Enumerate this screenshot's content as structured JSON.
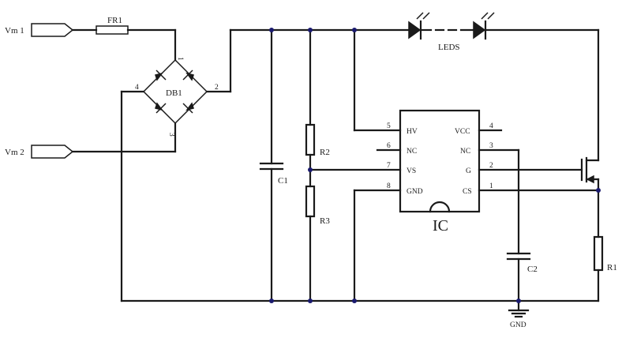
{
  "terminals": {
    "vin1": "Vm 1",
    "vin2": "Vm 2"
  },
  "fuse": {
    "ref": "FR1"
  },
  "bridge": {
    "ref": "DB1",
    "pins": [
      "1",
      "2",
      "3",
      "4"
    ]
  },
  "leds": {
    "label": "LEDS"
  },
  "capacitors": {
    "c1": "C1",
    "c2": "C2"
  },
  "resistors": {
    "r1": "R1",
    "r2": "R2",
    "r3": "R3"
  },
  "ic": {
    "name": "IC",
    "left_pins": [
      {
        "num": "5",
        "name": "HV"
      },
      {
        "num": "6",
        "name": "NC"
      },
      {
        "num": "7",
        "name": "VS"
      },
      {
        "num": "8",
        "name": "GND"
      }
    ],
    "right_pins": [
      {
        "num": "4",
        "name": "VCC"
      },
      {
        "num": "3",
        "name": "NC"
      },
      {
        "num": "2",
        "name": "G"
      },
      {
        "num": "1",
        "name": "CS"
      }
    ]
  },
  "ground": {
    "label": "GND"
  }
}
